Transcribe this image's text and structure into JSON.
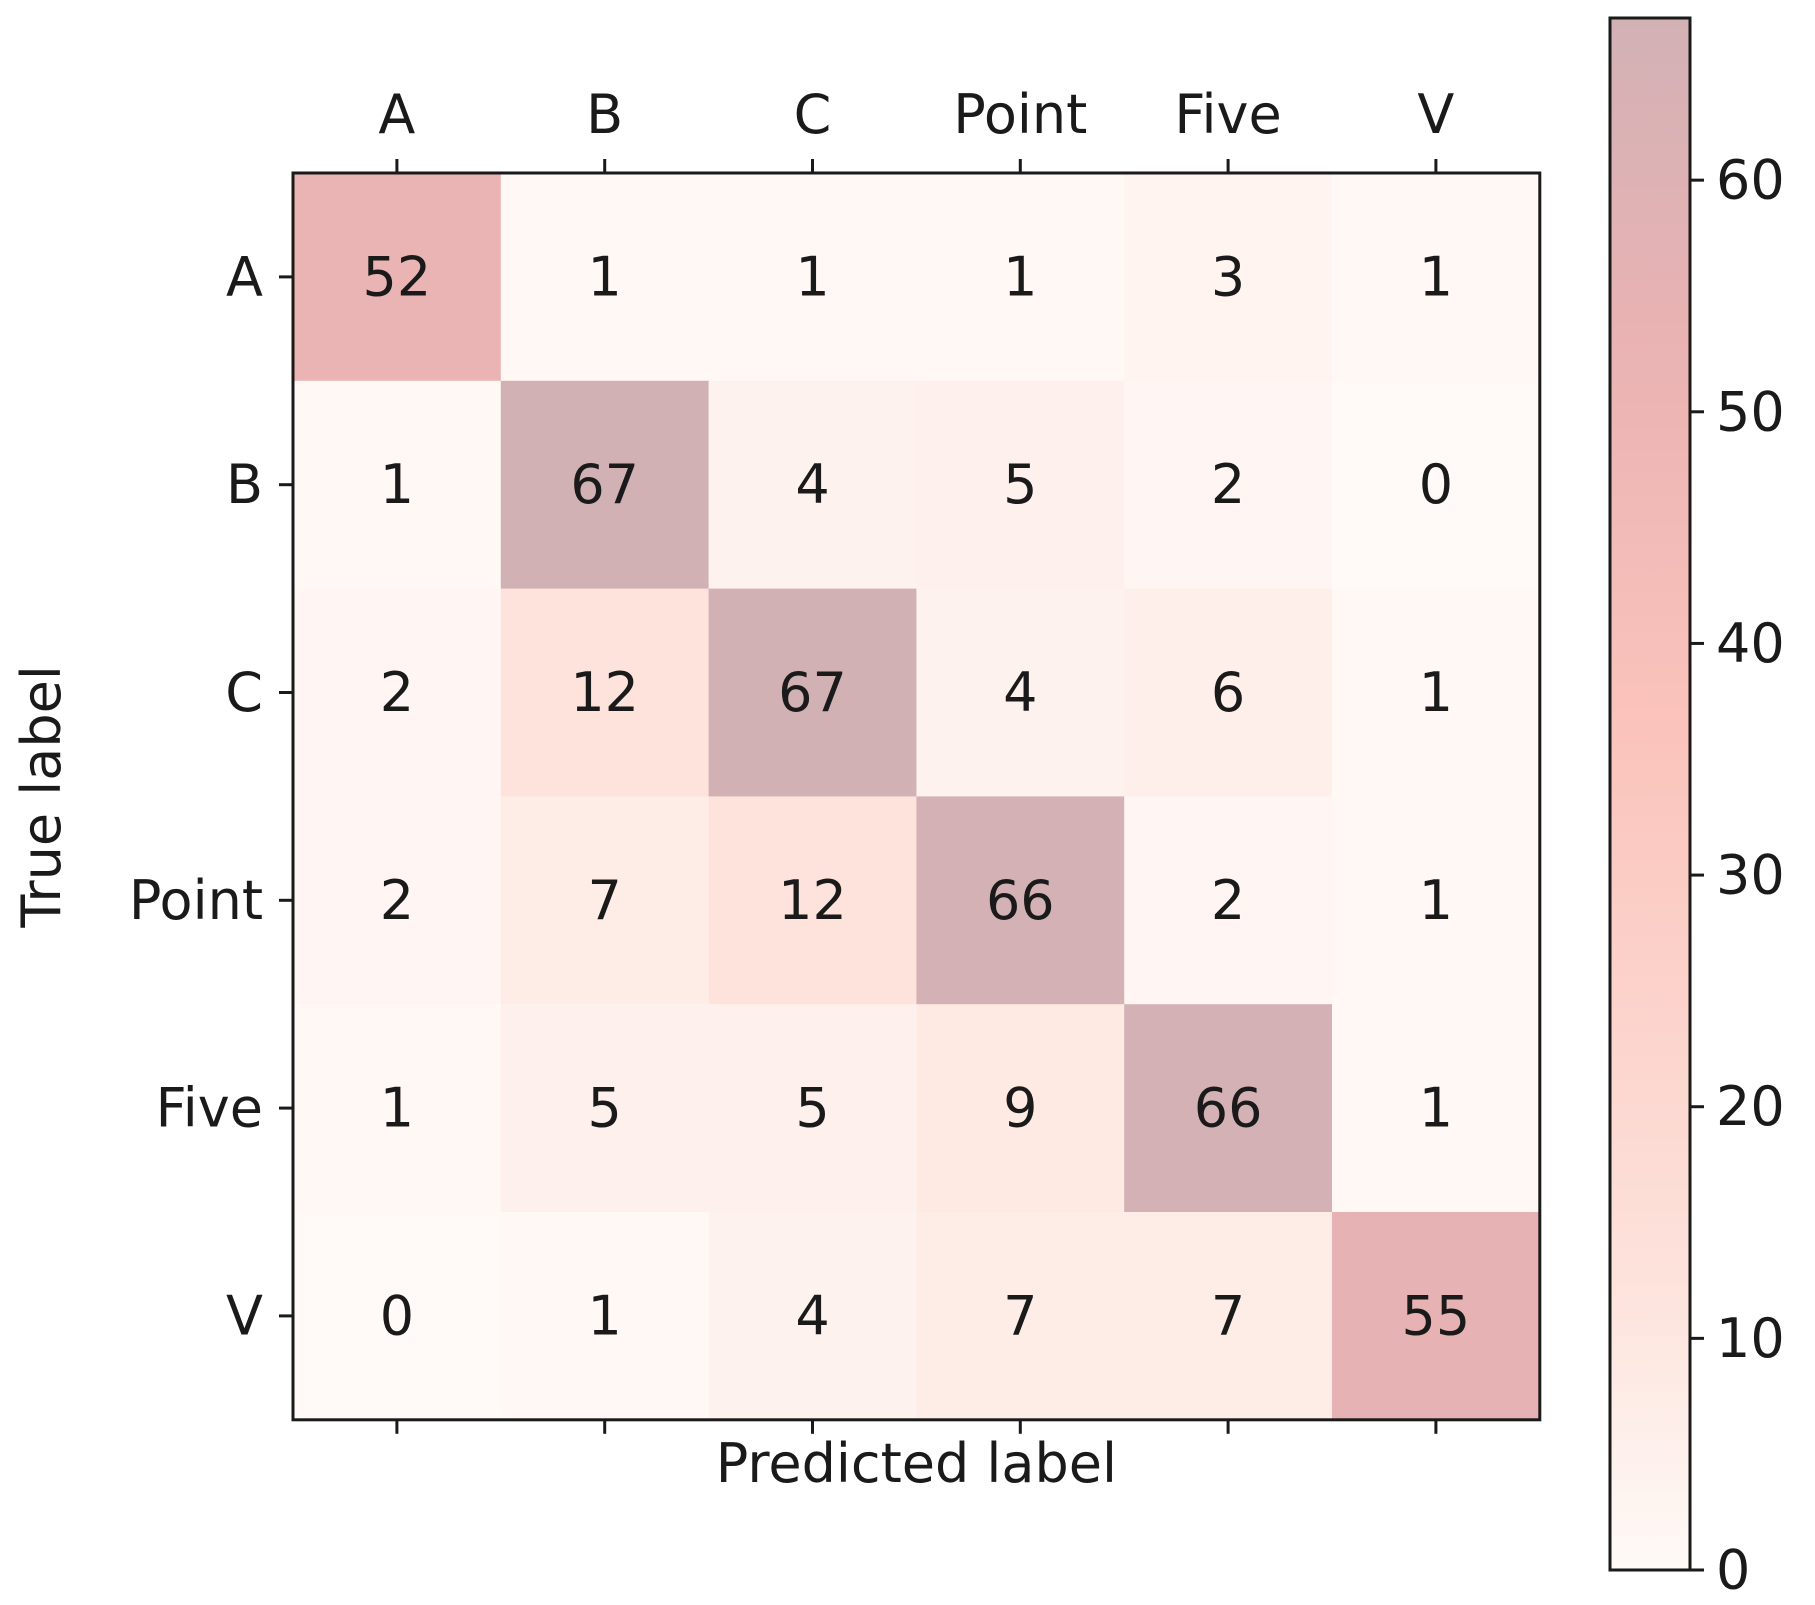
{
  "chart_data": {
    "type": "heatmap",
    "xlabel": "Predicted label",
    "ylabel": "True label",
    "x_categories": [
      "A",
      "B",
      "C",
      "Point",
      "Five",
      "V"
    ],
    "y_categories": [
      "A",
      "B",
      "C",
      "Point",
      "Five",
      "V"
    ],
    "values": [
      [
        52,
        1,
        1,
        1,
        3,
        1
      ],
      [
        1,
        67,
        4,
        5,
        2,
        0
      ],
      [
        2,
        12,
        67,
        4,
        6,
        1
      ],
      [
        2,
        7,
        12,
        66,
        2,
        1
      ],
      [
        1,
        5,
        5,
        9,
        66,
        1
      ],
      [
        0,
        1,
        4,
        7,
        7,
        55
      ]
    ],
    "colorbar": {
      "vmin": 0,
      "vmax": 67,
      "ticks": [
        0,
        10,
        20,
        30,
        40,
        50,
        60
      ],
      "tick_labels": [
        "0",
        "10",
        "20",
        "30",
        "40",
        "50",
        "60"
      ],
      "colors": [
        "#fffaf7",
        "#fde3dc",
        "#fac3bb",
        "#e9b2b3",
        "#d2b1b5"
      ],
      "color_stops": [
        0,
        0.18,
        0.55,
        0.8,
        1.0
      ]
    },
    "grid": false,
    "legend": "colorbar-right"
  }
}
